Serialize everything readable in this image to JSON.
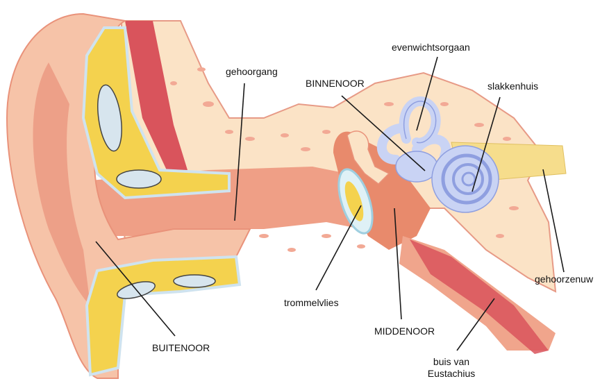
{
  "diagram": {
    "labels": {
      "gehoorgang": "gehoorgang",
      "binnenoor": "BINNENOOR",
      "evenwichtsorgaan": "evenwichtsorgaan",
      "slakkenhuis": "slakkenhuis",
      "gehoorzenuw": "gehoorzenuw",
      "trommelvlies": "trommelvlies",
      "middenoor": "MIDDENOOR",
      "buis_van_line1": "buis van",
      "buis_van_line2": "Eustachius",
      "buitenoor": "BUITENOOR"
    },
    "colors": {
      "skin": "#f6c3a8",
      "skin_dark": "#e9927a",
      "canal": "#ef9f86",
      "bone": "#fbe3c6",
      "bone_spots": "#f2a995",
      "cartilage": "#f4d24e",
      "muscle": "#d9545c",
      "inner_ear": "#c9d3f4",
      "inner_ear_line": "#8f9fe0",
      "nerve": "#f6dd8c",
      "eardrum": "#dff1f6",
      "line": "#1a1a1a"
    }
  }
}
